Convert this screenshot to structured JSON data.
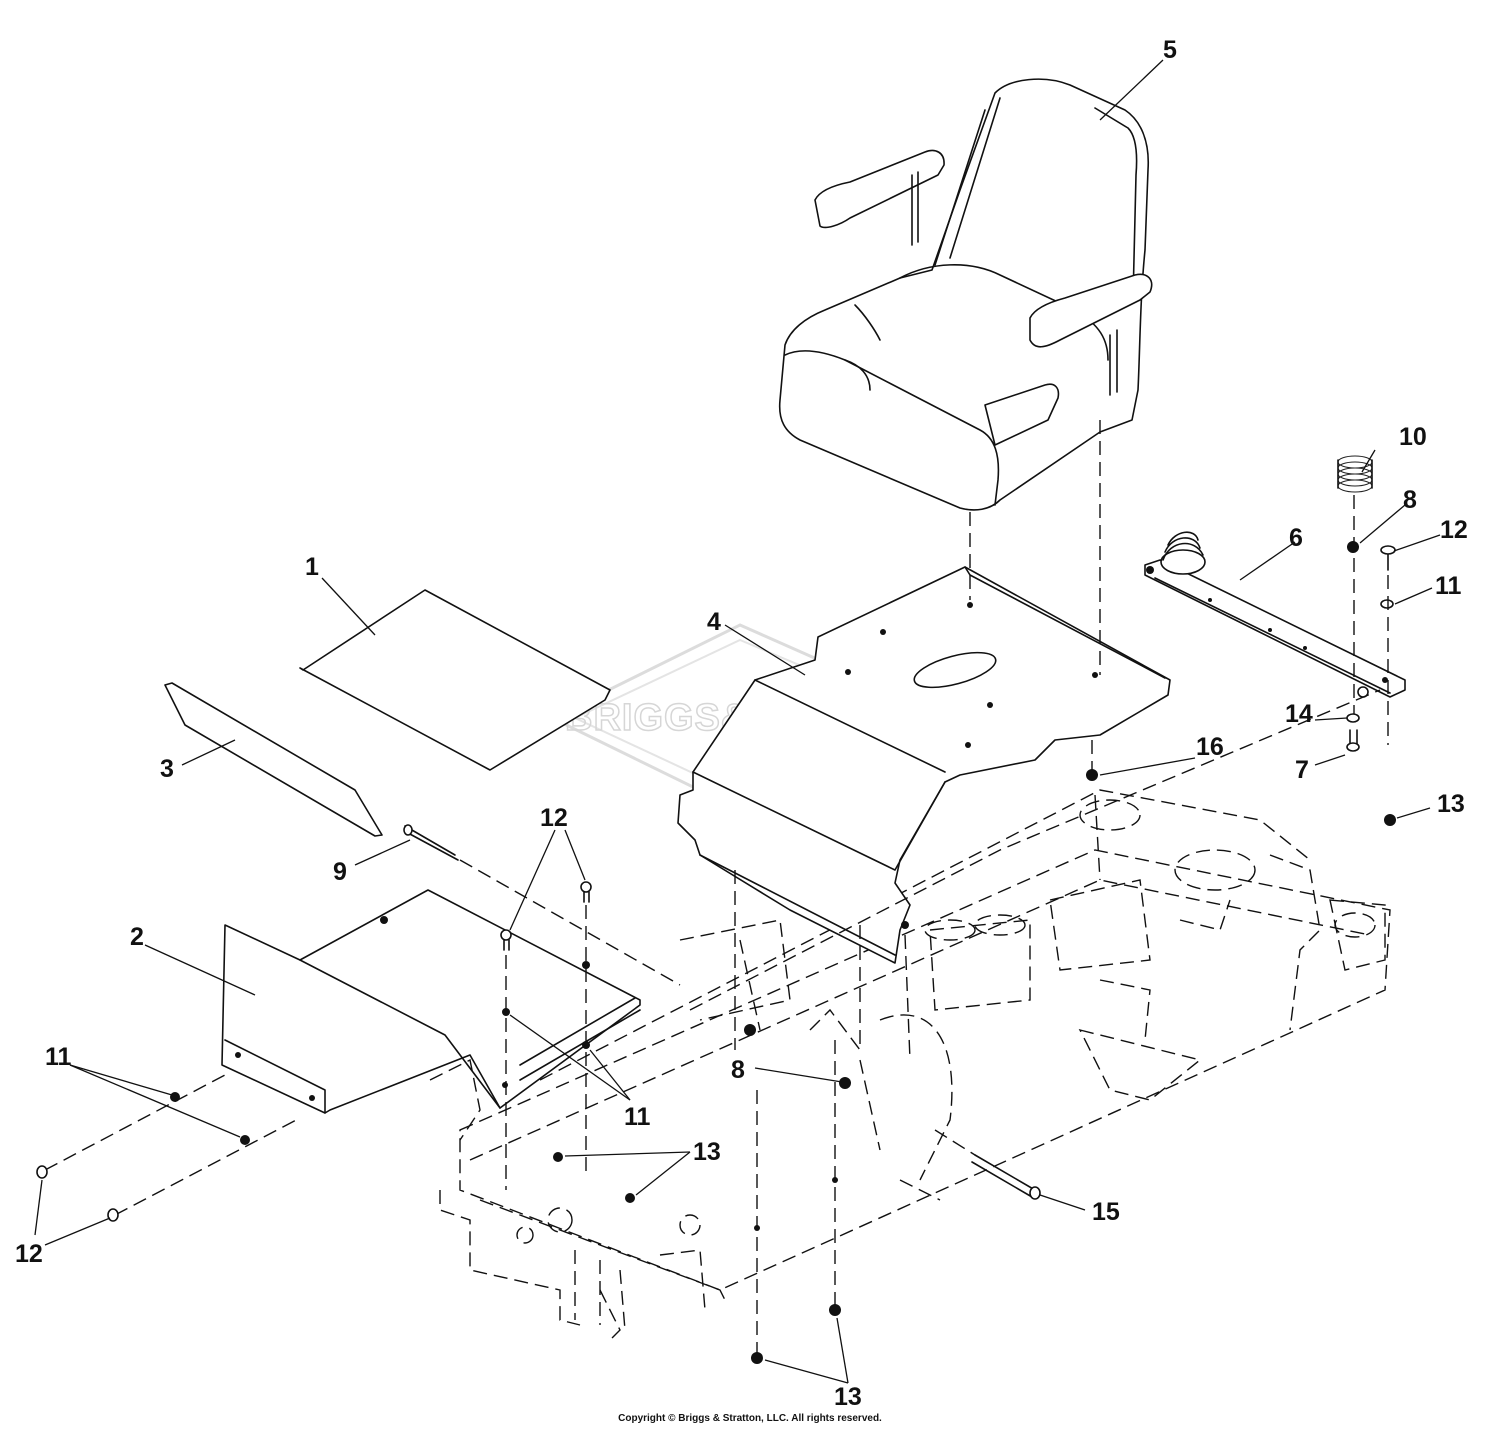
{
  "watermark": "BRIGGS&STRATTON",
  "copyright": "Copyright © Briggs & Stratton, LLC. All rights reserved.",
  "callouts": {
    "c1": "1",
    "c2": "2",
    "c3": "3",
    "c4": "4",
    "c5": "5",
    "c6": "6",
    "c7": "7",
    "c8a": "8",
    "c8b": "8",
    "c9": "9",
    "c10": "10",
    "c11a": "11",
    "c11b": "11",
    "c11c": "11",
    "c12a": "12",
    "c12b": "12",
    "c12c": "12",
    "c13a": "13",
    "c13b": "13",
    "c13c": "13",
    "c14": "14",
    "c15": "15",
    "c16": "16"
  }
}
